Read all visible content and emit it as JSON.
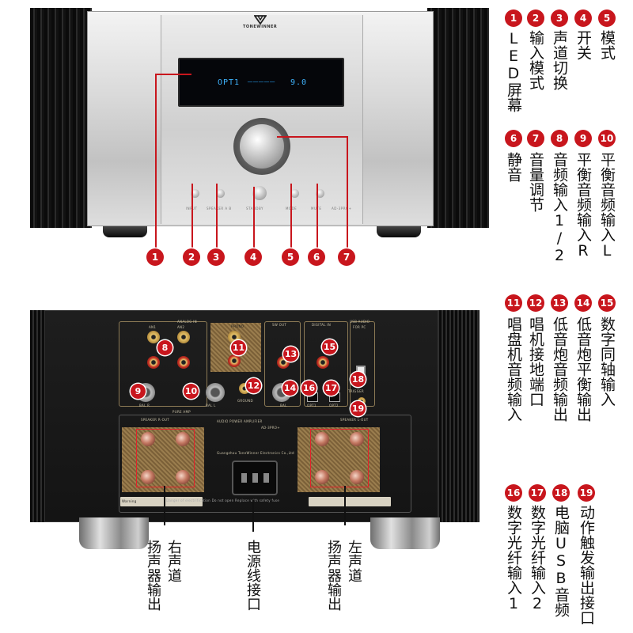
{
  "front": {
    "brand": "TONEWINNER",
    "display_left": "OPT1",
    "display_right": "9.0",
    "button_labels": [
      "INPUT",
      "SPEAKER A B",
      "STANDBY",
      "MODE",
      "MUTE"
    ],
    "model": "AD-3PRO+"
  },
  "front_legend": [
    {
      "num": "1",
      "label": "LED屏幕"
    },
    {
      "num": "2",
      "label": "输入模式"
    },
    {
      "num": "3",
      "label": "声道切换"
    },
    {
      "num": "4",
      "label": "开关"
    },
    {
      "num": "5",
      "label": "模式"
    },
    {
      "num": "6",
      "label": "静音"
    },
    {
      "num": "7",
      "label": "音量调节"
    },
    {
      "num": "8",
      "label": "音频输入1/2"
    },
    {
      "num": "9",
      "label": "平衡音频输入R"
    },
    {
      "num": "10",
      "label": "平衡音频输入L"
    }
  ],
  "rear_legend": [
    {
      "num": "11",
      "label": "唱盘机音频输入"
    },
    {
      "num": "12",
      "label": "唱机接地端口"
    },
    {
      "num": "13",
      "label": "低音炮音频输出"
    },
    {
      "num": "14",
      "label": "低音炮平衡输出"
    },
    {
      "num": "15",
      "label": "数字同轴输入"
    },
    {
      "num": "16",
      "label": "数字光纤输入1"
    },
    {
      "num": "17",
      "label": "数字光纤输入2"
    },
    {
      "num": "18",
      "label": "电脑USB音频"
    },
    {
      "num": "19",
      "label": "动作触发输出接口"
    }
  ],
  "bottom_captions": {
    "right_speaker": "扬声器输出",
    "right_channel": "右声道",
    "power": "电源线接口",
    "left_speaker": "扬声器输出",
    "left_channel": "左声道"
  },
  "front_badges": [
    "1",
    "2",
    "3",
    "4",
    "5",
    "6",
    "7"
  ],
  "rear_badges": [
    "8",
    "9",
    "10",
    "11",
    "12",
    "13",
    "14",
    "15",
    "16",
    "17",
    "18",
    "19"
  ],
  "rear_labels": {
    "analog_in": "ANALOG IN",
    "an1": "AN1",
    "an2": "AN2",
    "phono": "PHONO",
    "sw_out": "SW OUT",
    "digital_in": "DIGITAL IN",
    "usb_audio": "USB AUDIO",
    "for_pc": "FOR PC",
    "trigger": "TRIGGER",
    "bal_r": "BAL R",
    "bal_l": "BAL L",
    "pure_amp": "PURE AMP",
    "ground": "GROUND",
    "bal": "BAL",
    "opt1": "OPT1",
    "opt2": "OPT2",
    "speaker_r_out": "SPEAKER R-OUT",
    "speaker_l_out": "SPEAKER L-OUT",
    "model_title": "AUDIO POWER AMPLIFIER",
    "model": "AD-3PRO+",
    "warning": "Warning",
    "warning_text": "Danger of electrification Do not open Replace with safety fuse",
    "mfr": "Guangzhou ToneWinner Electronics Co.,Ltd"
  },
  "colors": {
    "badge_red": "#c8161d",
    "display_blue": "#3fb4ff",
    "silver": "#d9d9d9",
    "black": "#111111"
  }
}
